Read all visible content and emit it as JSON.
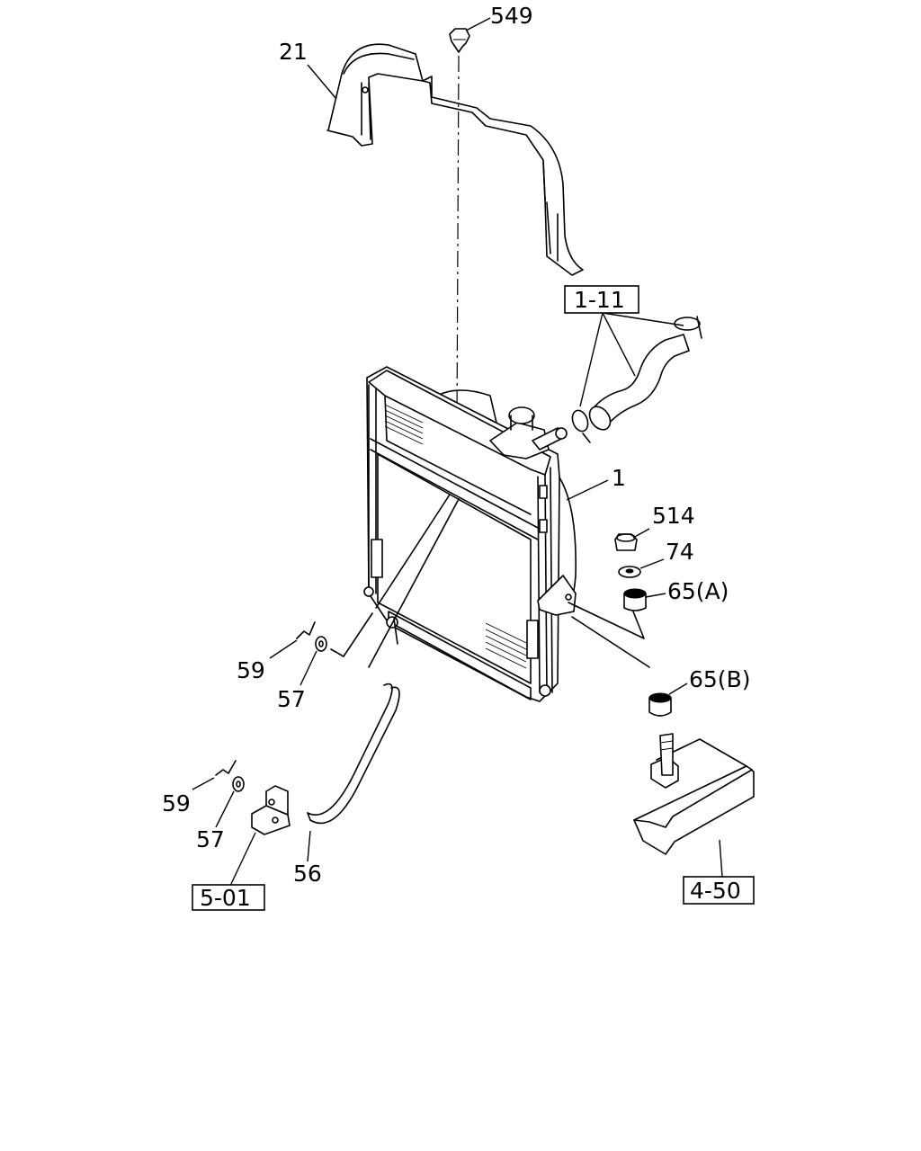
{
  "callouts": {
    "c549": "549",
    "c21": "21",
    "c1": "1",
    "c514": "514",
    "c74": "74",
    "c65a": "65(A)",
    "c65b": "65(B)",
    "c59_upper": "59",
    "c57_upper": "57",
    "c59_lower": "59",
    "c57_lower": "57",
    "c56": "56"
  },
  "references": {
    "r1_11": "1-11",
    "r5_01": "5-01",
    "r4_50": "4-50"
  }
}
